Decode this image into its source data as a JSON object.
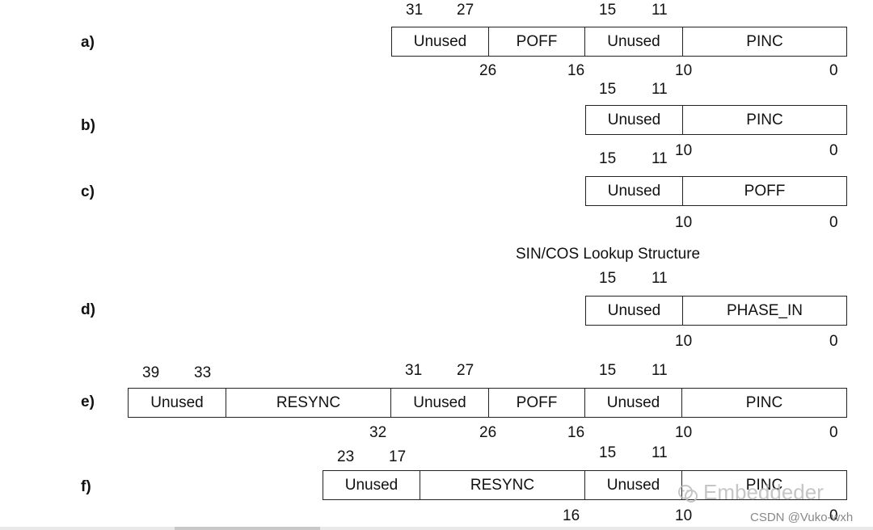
{
  "rows": [
    {
      "label": "a)",
      "fields": [
        "Unused",
        "POFF",
        "Unused",
        "PINC"
      ],
      "top_bits": [
        "31",
        "27",
        "15",
        "11"
      ],
      "bottom_bits": [
        "26",
        "16",
        "10",
        "0"
      ]
    },
    {
      "label": "b)",
      "fields": [
        "Unused",
        "PINC"
      ],
      "top_bits": [
        "15",
        "11"
      ],
      "bottom_bits": [
        "10",
        "0"
      ]
    },
    {
      "label": "c)",
      "fields": [
        "Unused",
        "POFF"
      ],
      "top_bits": [
        "15",
        "11"
      ],
      "bottom_bits": [
        "10",
        "0"
      ]
    },
    {
      "label": "d)",
      "fields": [
        "Unused",
        "PHASE_IN"
      ],
      "top_bits": [
        "15",
        "11"
      ],
      "bottom_bits": [
        "10",
        "0"
      ]
    },
    {
      "label": "e)",
      "fields": [
        "Unused",
        "RESYNC",
        "Unused",
        "POFF",
        "Unused",
        "PINC"
      ],
      "top_bits": [
        "39",
        "33",
        "31",
        "27",
        "15",
        "11"
      ],
      "bottom_bits": [
        "32",
        "26",
        "16",
        "10",
        "0"
      ]
    },
    {
      "label": "f)",
      "fields": [
        "Unused",
        "RESYNC",
        "Unused",
        "PINC"
      ],
      "top_bits": [
        "23",
        "17",
        "15",
        "11"
      ],
      "bottom_bits": [
        "16",
        "10",
        "0"
      ]
    }
  ],
  "section_title": "SIN/COS Lookup Structure",
  "watermark": {
    "text": "Embeddeder",
    "credit": "CSDN @Vuko-wxh",
    "icon": "wechat-icon"
  }
}
